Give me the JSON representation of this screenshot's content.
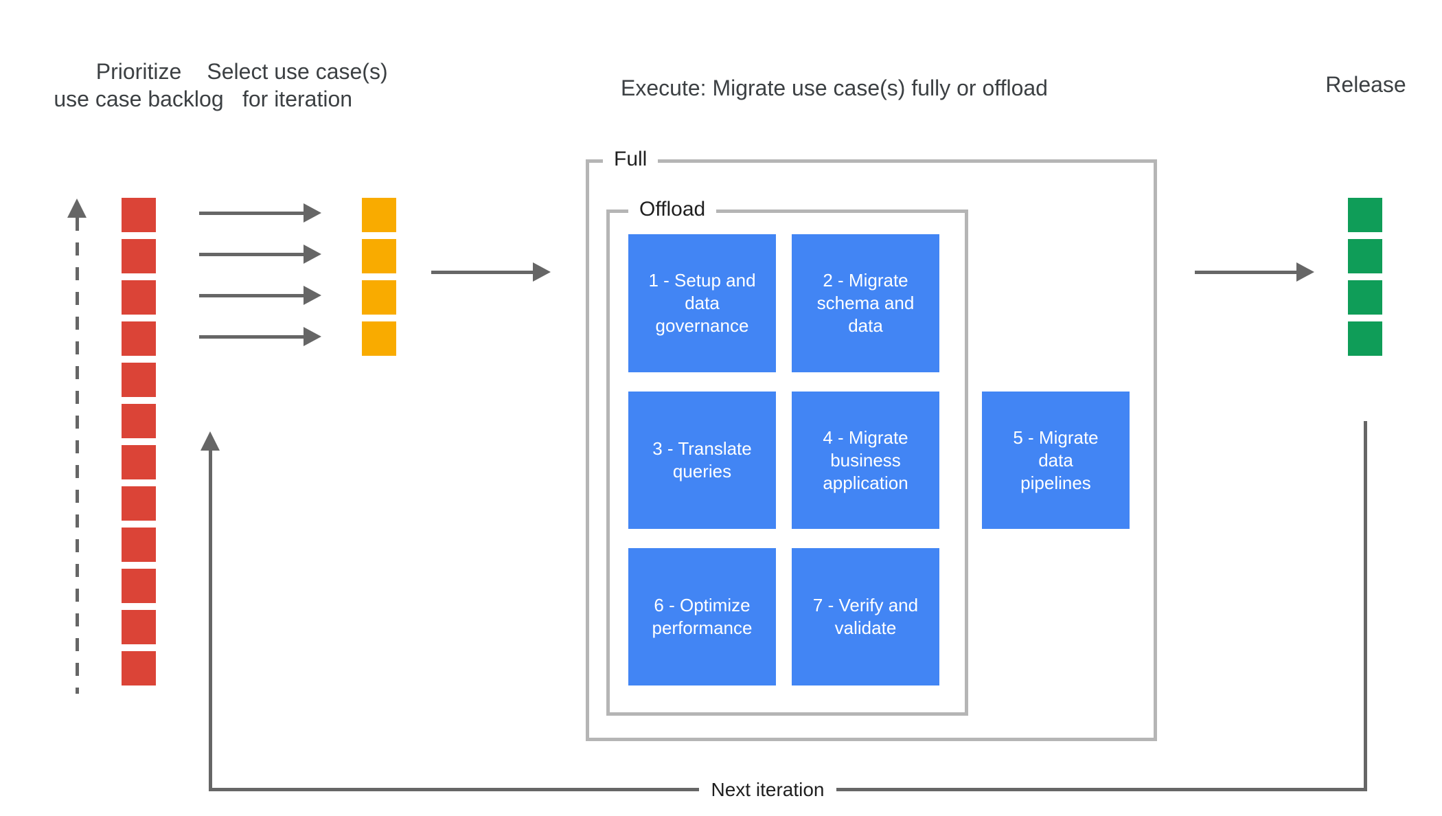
{
  "headers": {
    "prioritize": "Prioritize\nuse case backlog",
    "select": "Select use case(s)\nfor iteration",
    "execute": "Execute: Migrate use case(s) fully or offload",
    "release": "Release"
  },
  "frames": {
    "full": "Full",
    "offload": "Offload"
  },
  "steps": [
    "1 - Setup and\ndata\ngovernance",
    "2 - Migrate\nschema and\ndata",
    "3 - Translate\nqueries",
    "4 - Migrate\nbusiness\napplication",
    "5 - Migrate\ndata\npipelines",
    "6 - Optimize\nperformance",
    "7 - Verify and\nvalidate"
  ],
  "loop_label": "Next iteration",
  "columns": {
    "backlog_count": 12,
    "selected_count": 4,
    "release_count": 4
  },
  "colors": {
    "backlog_red": "#db4437",
    "selected_yellow": "#f9ab00",
    "release_green": "#0f9d58",
    "step_blue": "#4285f4",
    "step_text": "#ffffff",
    "arrow_gray": "#666666",
    "frame_gray": "#b5b5b5",
    "heading_text": "#3c4043",
    "frame_label_text": "#1f1f1f"
  }
}
